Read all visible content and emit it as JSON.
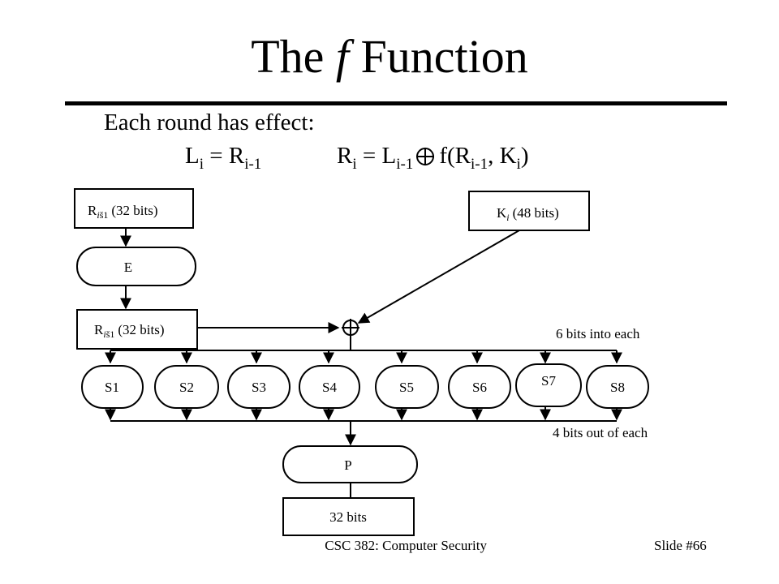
{
  "title": {
    "prefix": "The",
    "italic": "f",
    "suffix": "Function"
  },
  "intro": "Each round has effect:",
  "equations": {
    "left": {
      "lhs": "L",
      "lhs_sub": "i",
      "eq": "=",
      "rhs": "R",
      "rhs_sub": "i-1"
    },
    "right": {
      "lhs": "R",
      "lhs_sub": "i",
      "eq": "=",
      "a": "L",
      "a_sub": "i-1",
      "fpre": "f(R",
      "fsub1": "i-1",
      "mid": ", K",
      "fsub2": "i",
      "close": ")"
    }
  },
  "diagram": {
    "r_top": {
      "base": "R",
      "sub_i": "i",
      "sub_rest": "š1",
      "tail": "(32 bits)"
    },
    "k_box": {
      "base": "K",
      "sub_i": "i",
      "tail": "(48 bits)"
    },
    "e_label": "E",
    "r_mid": {
      "base": "R",
      "sub_i": "i",
      "sub_rest": "š1",
      "tail": "(32 bits)"
    },
    "sboxes": [
      "S1",
      "S2",
      "S3",
      "S4",
      "S5",
      "S6",
      "S7",
      "S8"
    ],
    "in_label": "6 bits into each",
    "out_label": "4 bits out of each",
    "p_label": "P",
    "out_box_label": "32 bits"
  },
  "footer": {
    "course": "CSC 382: Computer Security",
    "slide": "Slide #66"
  }
}
